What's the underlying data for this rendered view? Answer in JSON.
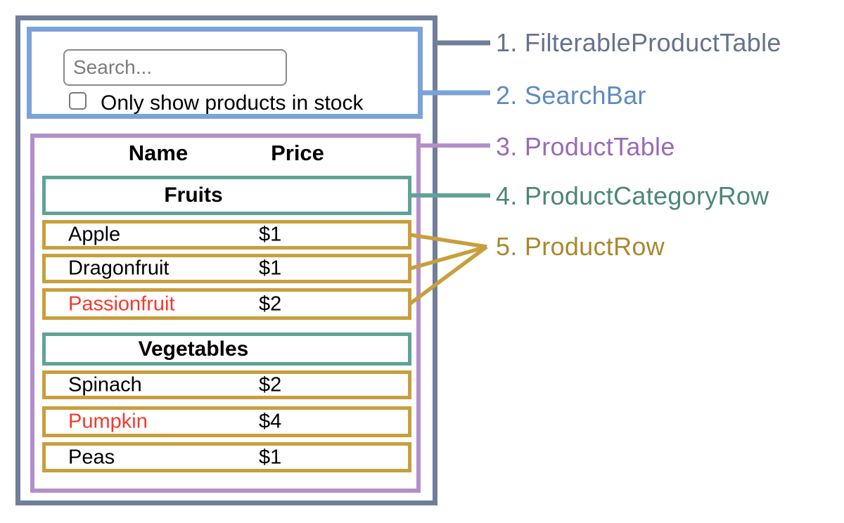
{
  "search_bar": {
    "input_value": "",
    "input_placeholder": "Search...",
    "checkbox_checked": false,
    "checkbox_label": "Only show products in stock"
  },
  "product_table": {
    "headers": {
      "name": "Name",
      "price": "Price"
    },
    "sections": [
      {
        "category": "Fruits",
        "rows": [
          {
            "name": "Apple",
            "price": "$1",
            "out_of_stock": false
          },
          {
            "name": "Dragonfruit",
            "price": "$1",
            "out_of_stock": false
          },
          {
            "name": "Passionfruit",
            "price": "$2",
            "out_of_stock": true
          }
        ]
      },
      {
        "category": "Vegetables",
        "rows": [
          {
            "name": "Spinach",
            "price": "$2",
            "out_of_stock": false
          },
          {
            "name": "Pumpkin",
            "price": "$4",
            "out_of_stock": true
          },
          {
            "name": "Peas",
            "price": "$1",
            "out_of_stock": false
          }
        ]
      }
    ]
  },
  "annotations": [
    {
      "label": "1. FilterableProductTable",
      "color": "#66738e"
    },
    {
      "label": "2. SearchBar",
      "color": "#5e8ac2"
    },
    {
      "label": "3. ProductTable",
      "color": "#9a6bb4"
    },
    {
      "label": "4. ProductCategoryRow",
      "color": "#4b8679"
    },
    {
      "label": "5. ProductRow",
      "color": "#a9882f"
    }
  ],
  "colors": {
    "filterable_product_table_border": "#6f7e99",
    "search_bar_border": "#7ba3d9",
    "product_table_border": "#b38fc9",
    "category_row_border": "#5fa396",
    "product_row_border": "#c89f3d",
    "out_of_stock_text": "#f43a2d"
  }
}
